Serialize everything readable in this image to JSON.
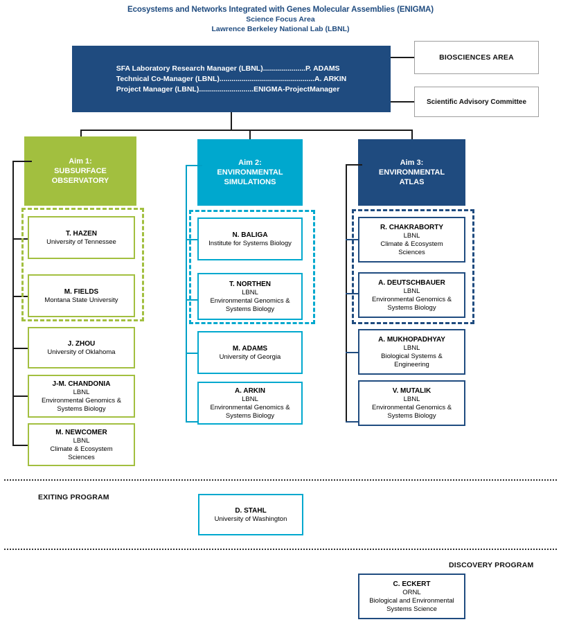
{
  "title": {
    "line1": "Ecosystems and Networks Integrated with Genes Molecular Assemblies (ENIGMA)",
    "line2": "Science Focus Area",
    "line3": "Lawrence Berkeley National Lab (LBNL)"
  },
  "header": {
    "roles": "SFA Laboratory Research Manager (LBNL).....................P. ADAMS\nTechnical Co-Manager (LBNL)...............................................A. ARKIN\nProject Manager (LBNL)...........................ENIGMA-ProjectManager"
  },
  "side_boxes": [
    {
      "label": "BIOSCIENCES AREA"
    },
    {
      "label": "Scientific Advisory Committee"
    }
  ],
  "aims": [
    {
      "number": "Aim 1:",
      "name": "SUBSURFACE\nOBSERVATORY",
      "color": "#A2BF3F",
      "members": [
        {
          "name": "T. HAZEN",
          "affiliation": "University of Tennessee"
        },
        {
          "name": "M. FIELDS",
          "affiliation": "Montana State University"
        },
        {
          "name": "J. ZHOU",
          "affiliation": "University of Oklahoma"
        },
        {
          "name": "J-M. CHANDONIA",
          "affiliation": "LBNL\nEnvironmental Genomics &\nSystems Biology"
        },
        {
          "name": "M. NEWCOMER",
          "affiliation": "LBNL\nClimate & Ecosystem\nSciences"
        }
      ]
    },
    {
      "number": "Aim 2:",
      "name": "ENVIRONMENTAL\nSIMULATIONS",
      "color": "#00A8CE",
      "members": [
        {
          "name": "N. BALIGA",
          "affiliation": "Institute for Systems Biology"
        },
        {
          "name": "T. NORTHEN",
          "affiliation": "LBNL\nEnvironmental Genomics &\nSystems Biology"
        },
        {
          "name": "M. ADAMS",
          "affiliation": "University of Georgia"
        },
        {
          "name": "A. ARKIN",
          "affiliation": "LBNL\nEnvironmental Genomics &\nSystems Biology"
        }
      ]
    },
    {
      "number": "Aim 3:",
      "name": "ENVIRONMENTAL\nATLAS",
      "color": "#1F4B7F",
      "members": [
        {
          "name": "R. CHAKRABORTY",
          "affiliation": "LBNL\nClimate & Ecosystem\nSciences"
        },
        {
          "name": "A. DEUTSCHBAUER",
          "affiliation": "LBNL\nEnvironmental Genomics &\nSystems Biology"
        },
        {
          "name": "A. MUKHOPADHYAY",
          "affiliation": "LBNL\nBiological Systems &\nEngineering"
        },
        {
          "name": "V. MUTALIK",
          "affiliation": "LBNL\nEnvironmental Genomics &\nSystems Biology"
        }
      ]
    }
  ],
  "exiting_program": {
    "label": "EXITING PROGRAM",
    "member": {
      "name": "D. STAHL",
      "affiliation": "University of Washington"
    }
  },
  "discovery_program": {
    "label": "DISCOVERY PROGRAM",
    "member": {
      "name": "C. ECKERT",
      "affiliation": "ORNL\nBiological and Environmental\nSystems Science"
    }
  },
  "colors": {
    "green": "#A2BF3F",
    "cyan": "#00A8CE",
    "navy": "#1F4B7F",
    "line": "#1a1a1a"
  }
}
